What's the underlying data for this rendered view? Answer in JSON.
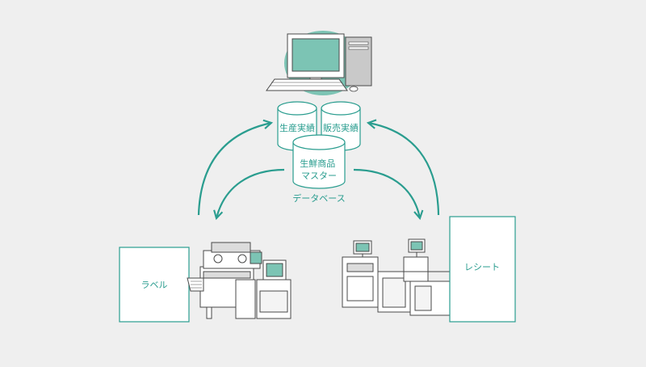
{
  "database": {
    "cylinders": [
      {
        "label": "生産実績"
      },
      {
        "label": "販売実績"
      },
      {
        "label_lines": [
          "生鮮商品",
          "マスター"
        ]
      }
    ],
    "caption": "データベース"
  },
  "outputs": {
    "label_box": "ラベル",
    "receipt_box": "レシート"
  },
  "colors": {
    "accent": "#2a9d8f",
    "accent_soft": "#7cc4b4",
    "line": "#4a4a4a",
    "background": "#efefef"
  },
  "icons": {
    "computer": "desktop-computer-icon",
    "label_machine": "label-printer-machine-icon",
    "register": "pos-register-icon"
  }
}
